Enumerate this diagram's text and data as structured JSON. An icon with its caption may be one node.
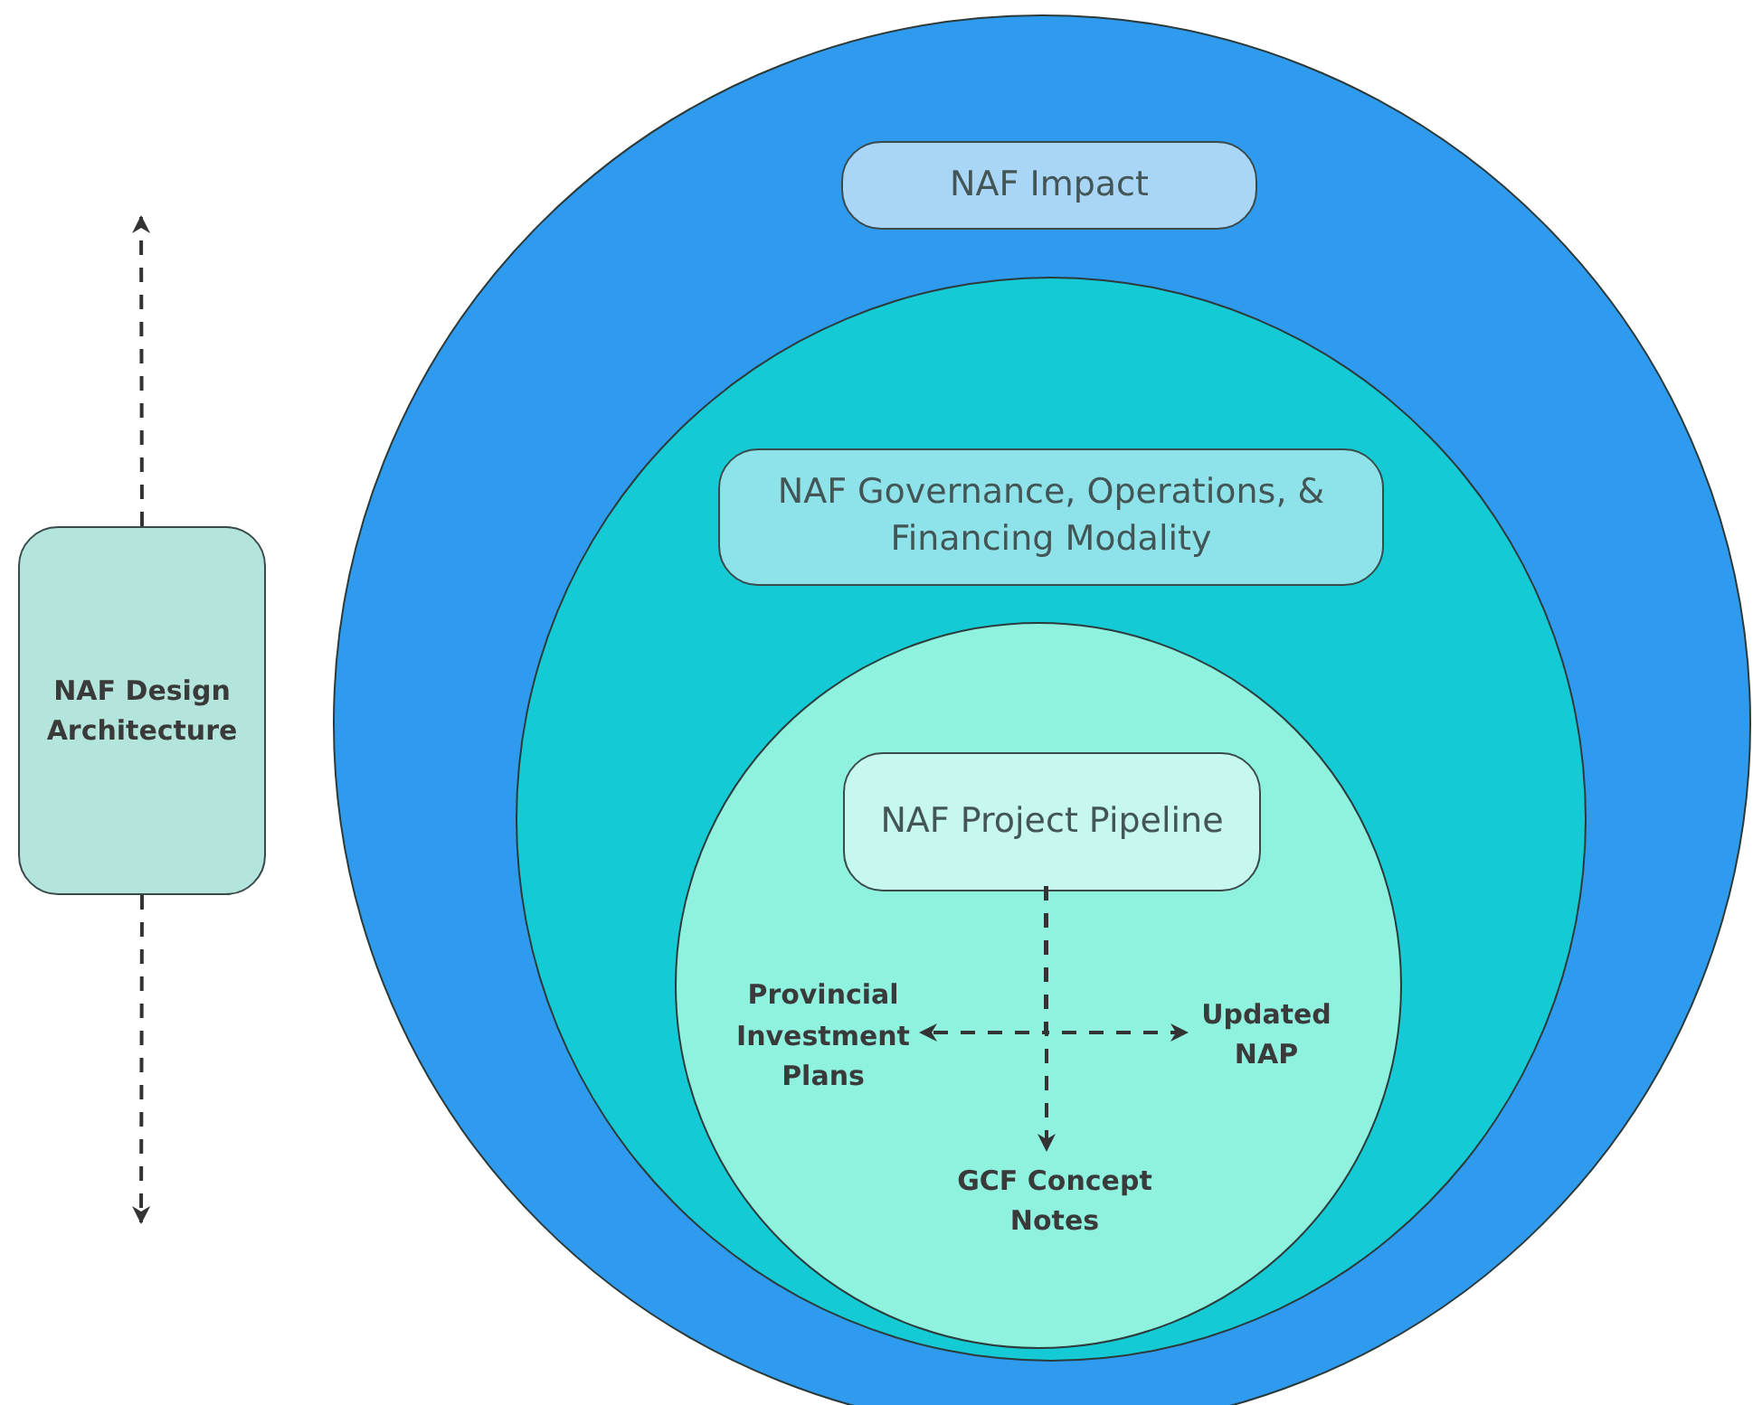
{
  "diagram": {
    "nodes": [
      {
        "text": [
          "NAF Design Architecture"
        ]
      },
      {
        "text": [],
        "shape": "circle"
      },
      {
        "text": [
          "NAF Impact"
        ],
        "in": 1
      },
      {
        "text": [],
        "shape": "circle",
        "in": 1
      },
      {
        "text": [
          "NAF Governance, Operations, & Financing Modality"
        ],
        "in": 3
      },
      {
        "text": [],
        "shape": "circle",
        "in": 3
      },
      {
        "text": [
          "NAF Project Pipeline"
        ],
        "in": 5
      },
      {
        "text": [
          "Provincial Investment Plans"
        ],
        "in": 5
      },
      {
        "text": [
          "Updated NAP"
        ],
        "in": 5
      },
      {
        "text": [
          "GCF Concept Notes"
        ],
        "in": 5
      }
    ],
    "edges": [
      {
        "from": 0,
        "to": null,
        "arrow": "to",
        "style": "dashed"
      },
      {
        "from": 0,
        "to": null,
        "arrow": "to",
        "style": "dashed"
      },
      {
        "from": 6,
        "to": 7,
        "arrow": "to",
        "style": "dashed"
      },
      {
        "from": 6,
        "to": 8,
        "arrow": "to",
        "style": "dashed"
      },
      {
        "from": 6,
        "to": 9,
        "arrow": "to",
        "style": "dashed"
      }
    ]
  }
}
